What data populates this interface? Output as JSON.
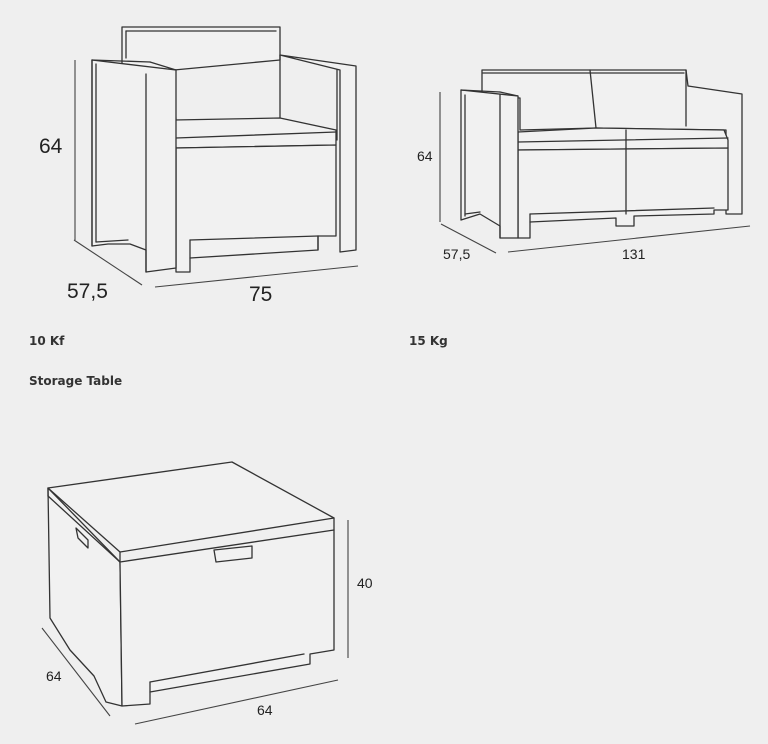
{
  "armchair": {
    "height": "64",
    "depth": "57,5",
    "width": "75",
    "weight": "10 Kf"
  },
  "sofa": {
    "height": "64",
    "depth": "57,5",
    "width": "131",
    "weight": "15 Kg"
  },
  "storage_table": {
    "title": "Storage Table",
    "height": "40",
    "depth": "64",
    "width": "64"
  }
}
